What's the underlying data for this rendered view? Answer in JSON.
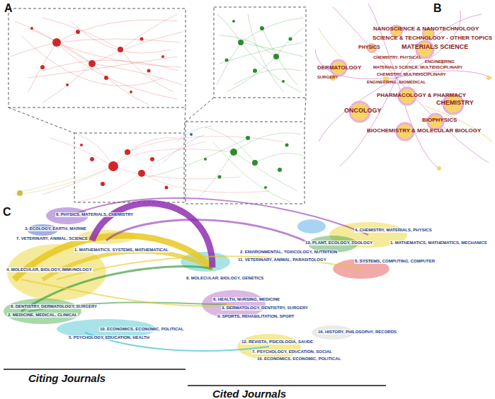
{
  "diagram": {
    "labels": [
      "A",
      "B",
      "C",
      "NANOSCIENCE & NANOTECHNOLOGY",
      "SCIENCE & TECHNOLOGY - OTHER TOPICS",
      "PHYSICS",
      "MATERIALS SCIENCE",
      "CHEMISTRY, PHYSICAL",
      "ENGINEERING",
      "DERMATOLOGY",
      "MATERIALS SCIENCE, MULTIDISCIPLINARY",
      "CHEMISTRY, MULTIDISCIPLINARY",
      "SURGERY",
      "ENGINEERING, BIOMEDICAL",
      "PHARMACOLOGY & PHARMACY",
      "CHEMISTRY",
      "ONCOLOGY",
      "BIOPHYSICS",
      "BIOCHEMISTRY & MOLECULAR BIOLOGY",
      "6. PHYSICS, MATERIALS, CHEMISTRY",
      "3. ECOLOGY, EARTH, MARINE",
      "7. VETERINARY, ANIMAL, SCIENCE",
      "1. MATHEMATICS, SYSTEMS, MATHEMATICAL",
      "4. MOLECULAR, BIOLOGY, IMMUNOLOGY",
      "8. DENTISTRY, DERMATOLOGY, SURGERY",
      "2. MEDICINE, MEDICAL, CLINICAL",
      "10. ECONOMICS, ECONOMIC, POLITICAL",
      "5. PSYCHOLOGY, EDUCATION, HEALTH",
      "4. CHEMISTRY, MATERIALS, PHYSICS",
      "13. PLANT, ECOLOGY, ZOOLOGY",
      "1. MATHEMATICS, MATHEMATICS, MECHANICS",
      "2. ENVIRONMENTAL, TOXICOLOGY, NUTRITION",
      "5. SYSTEMS, COMPUTING, COMPUTER",
      "11. VETERINARY, ANIMAL, PARASITOLOGY",
      "8. MOLECULAR, BIOLOGY, GENETICS",
      "6. HEALTH, NURSING, MEDICINE",
      "3. DERMATOLOGY, DENTISTRY, SURGERY",
      "9. SPORTS, REHABILITATION, SPORT",
      "16. HISTORY, PHILOSOPHY, RECORDS",
      "12. REVISTA, PSICOLOGIA, SAUDE",
      "7. PSYCHOLOGY, EDUCATION, SOCIAL",
      "10. ECONOMICS, ECONOMIC, POLITICAL",
      "Citing Journals",
      "Cited Journals"
    ]
  }
}
